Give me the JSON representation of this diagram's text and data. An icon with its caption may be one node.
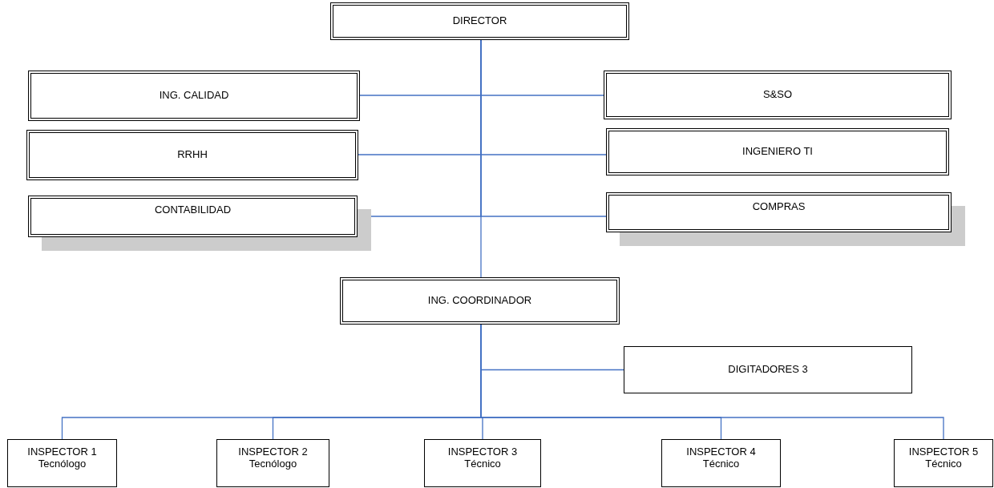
{
  "diagram": {
    "nodes": [
      {
        "text": [
          "DIRECTOR"
        ]
      },
      {
        "text": [
          "ING. CALIDAD"
        ]
      },
      {
        "text": [
          "S&SO"
        ]
      },
      {
        "text": [
          "RRHH"
        ]
      },
      {
        "text": [
          "INGENIERO TI"
        ]
      },
      {
        "text": [
          "CONTABILIDAD"
        ]
      },
      {
        "text": [
          "COMPRAS"
        ]
      },
      {
        "text": [
          "ING. COORDINADOR"
        ]
      },
      {
        "text": [
          "DIGITADORES 3"
        ]
      },
      {
        "text": [
          "INSPECTOR 1",
          "Tecnólogo"
        ]
      },
      {
        "text": [
          "INSPECTOR 2",
          "Tecnólogo"
        ]
      },
      {
        "text": [
          "INSPECTOR 3",
          "Técnico"
        ]
      },
      {
        "text": [
          "INSPECTOR 4",
          "Técnico"
        ]
      },
      {
        "text": [
          "INSPECTOR 5",
          "Técnico"
        ]
      }
    ],
    "edges": [
      {
        "from": 0,
        "to": 1,
        "arrow": "none"
      },
      {
        "from": 0,
        "to": 2,
        "arrow": "none"
      },
      {
        "from": 0,
        "to": 3,
        "arrow": "none"
      },
      {
        "from": 0,
        "to": 4,
        "arrow": "none"
      },
      {
        "from": 0,
        "to": 5,
        "arrow": "none"
      },
      {
        "from": 0,
        "to": 6,
        "arrow": "none"
      },
      {
        "from": 0,
        "to": 7,
        "arrow": "none"
      },
      {
        "from": 7,
        "to": 8,
        "arrow": "none"
      },
      {
        "from": 7,
        "to": 9,
        "arrow": "none"
      },
      {
        "from": 7,
        "to": 10,
        "arrow": "none"
      },
      {
        "from": 7,
        "to": 11,
        "arrow": "none"
      },
      {
        "from": 7,
        "to": 12,
        "arrow": "none"
      },
      {
        "from": 7,
        "to": 13,
        "arrow": "none"
      }
    ]
  }
}
